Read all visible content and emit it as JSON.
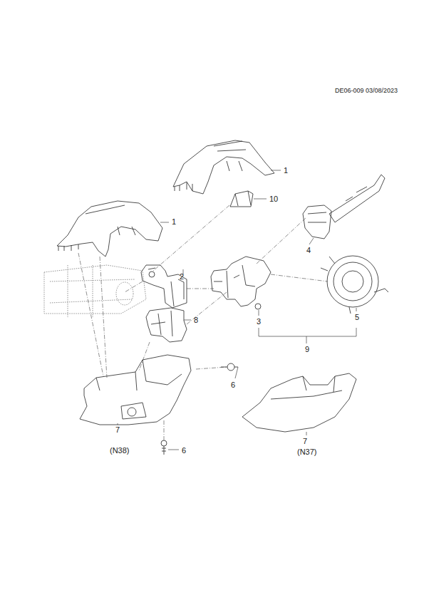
{
  "diagram": {
    "labels": [
      "DE06-009 03/08/2023",
      "1",
      "10",
      "1",
      "4",
      "2",
      "8",
      "3",
      "5",
      "9",
      "6",
      "7",
      "(N38)",
      "6",
      "7",
      "(N37)"
    ]
  }
}
